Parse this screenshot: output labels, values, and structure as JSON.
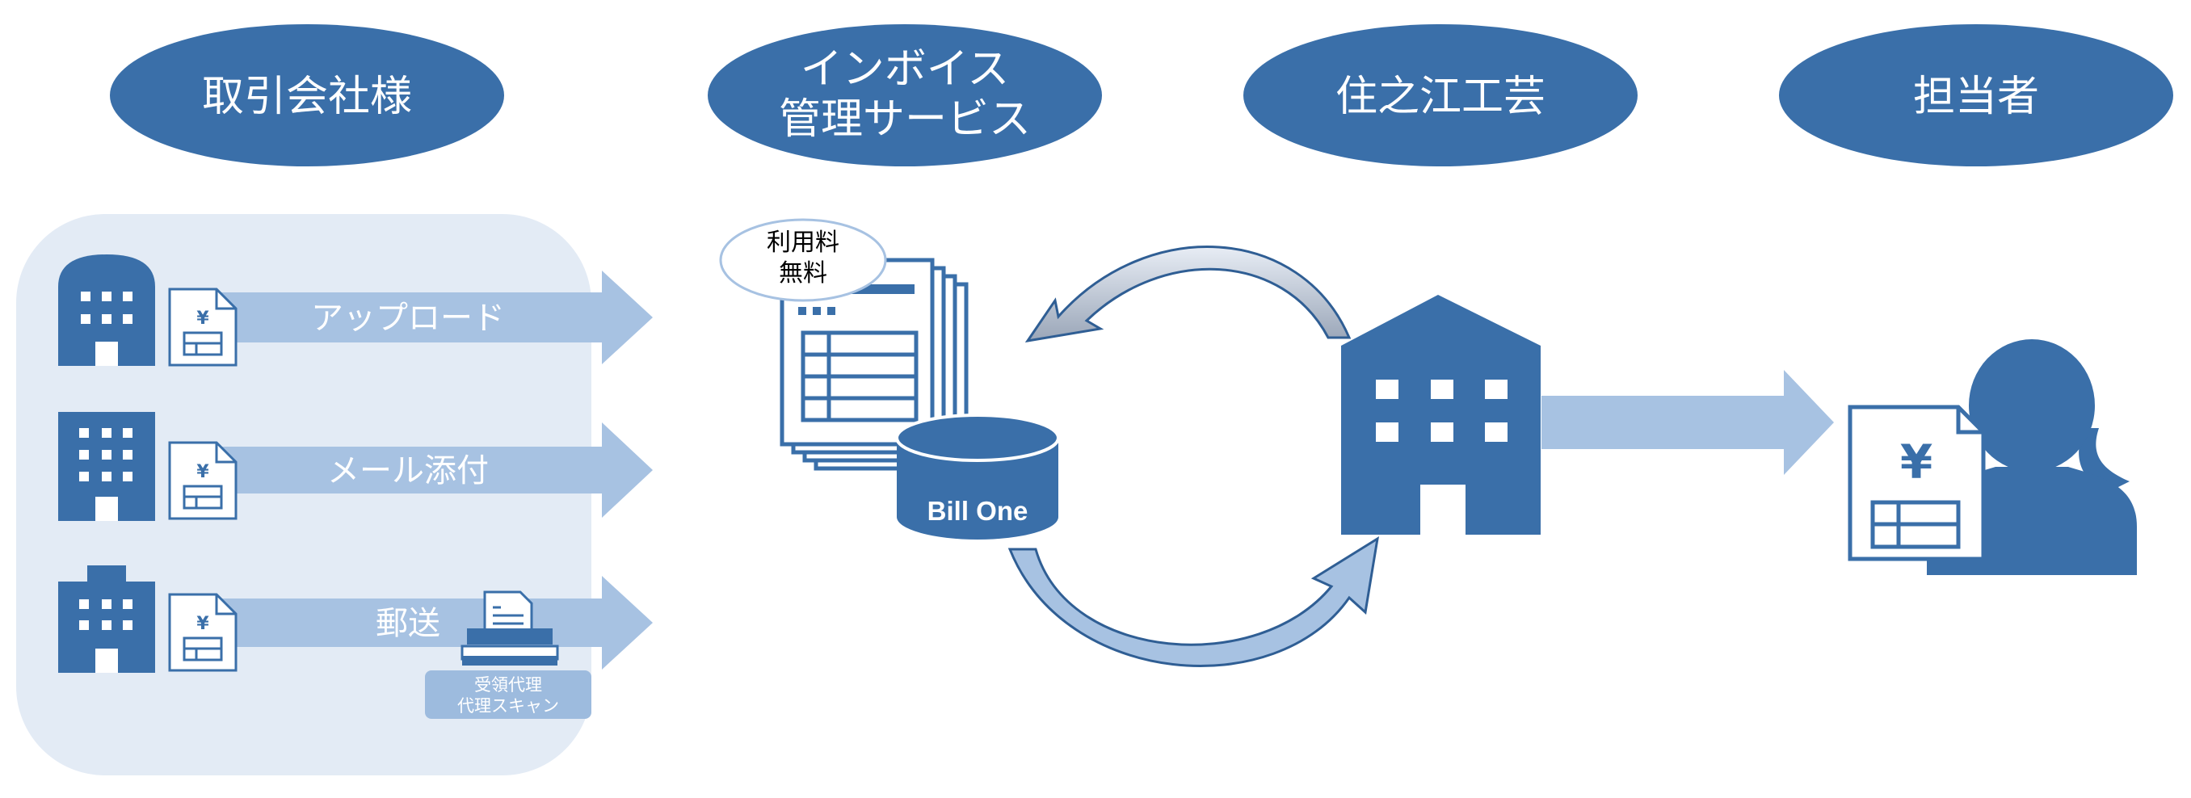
{
  "headers": [
    "取引会社様",
    "インボイス",
    "管理サービス",
    "住之江工芸",
    "担当者"
  ],
  "channels": {
    "upload": "アップロード",
    "email": "メール添付",
    "post": "郵送"
  },
  "scan_badge": [
    "受領代理",
    "代理スキャン"
  ],
  "fee_bubble": [
    "利用料",
    "無料"
  ],
  "database_label": "Bill One",
  "icons": {
    "sender_companies": "building-icon",
    "invoice": "yen-document-icon",
    "scanner": "scanner-icon",
    "service_documents": "document-stack-icon",
    "database": "database-icon",
    "company": "house-building-icon",
    "person": "person-icon"
  },
  "colors": {
    "primary": "#3a6fa9",
    "arrow": "#a7c2e2",
    "panel": "#e3ebf5",
    "badge": "#9dbbde"
  }
}
